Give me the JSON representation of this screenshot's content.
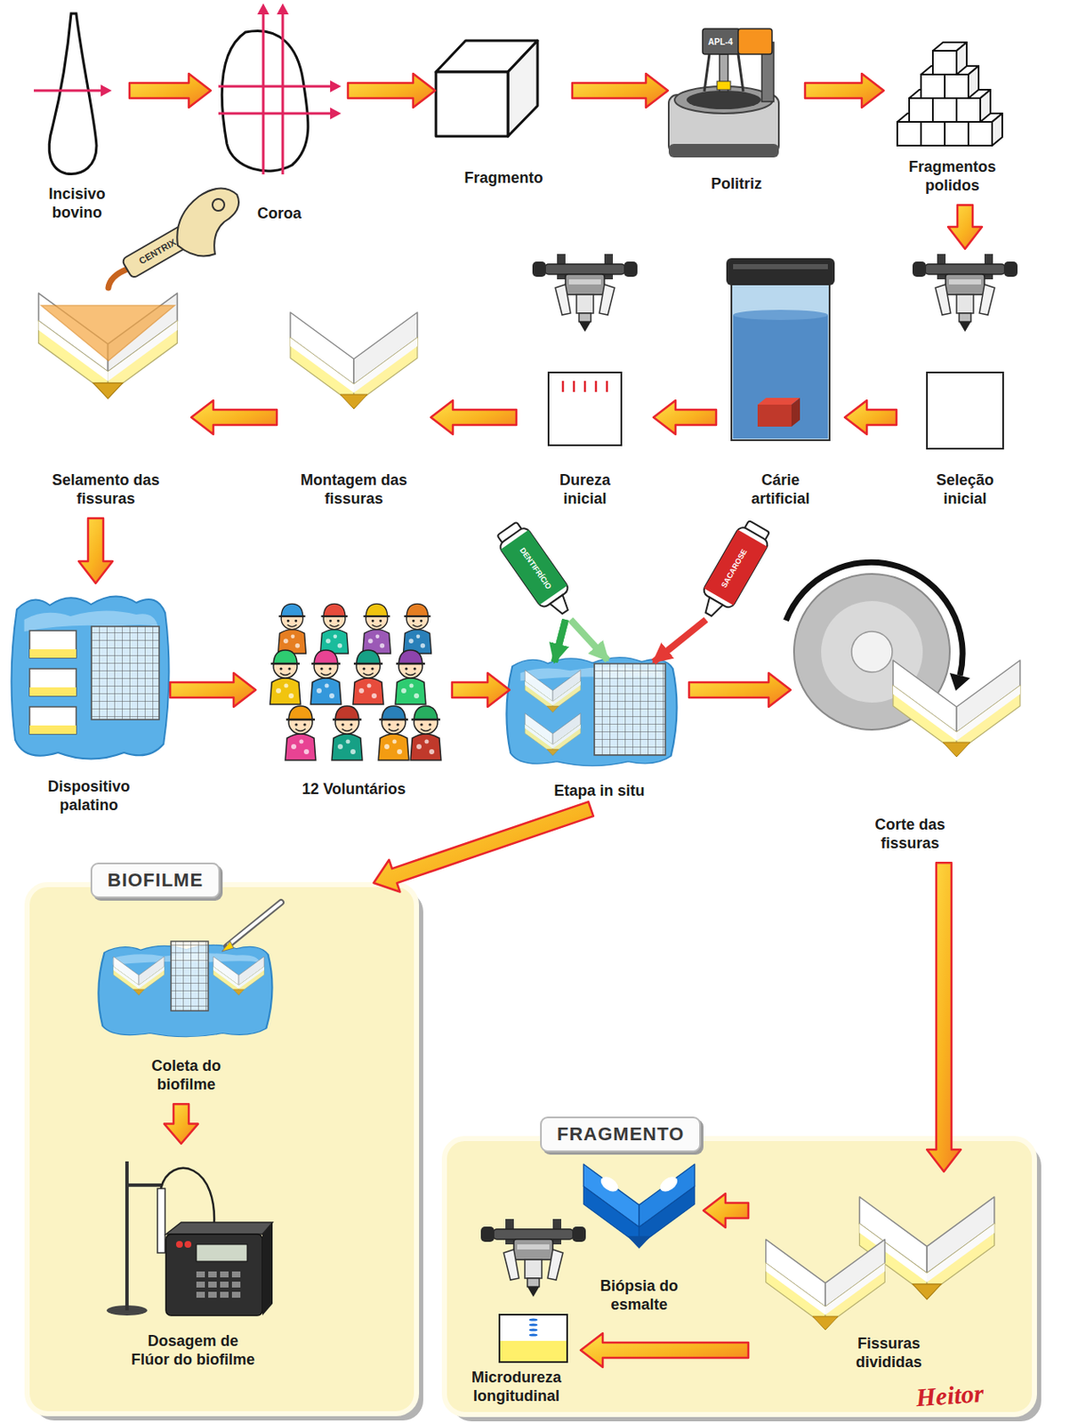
{
  "diagram": {
    "nodes": [
      {
        "text": [
          "Incisivo bovino"
        ]
      },
      {
        "text": [
          "Coroa"
        ]
      },
      {
        "text": [
          "Fragmento"
        ]
      },
      {
        "text": [
          "Politriz"
        ]
      },
      {
        "text": [
          "Fragmentos polidos"
        ]
      },
      {
        "text": [
          "Seleção inicial"
        ]
      },
      {
        "text": [
          "Cárie artificial"
        ]
      },
      {
        "text": [
          "Dureza inicial"
        ]
      },
      {
        "text": [
          "Montagem das fissuras"
        ]
      },
      {
        "text": [
          "Selamento das fissuras"
        ]
      },
      {
        "text": [
          "Dispositivo palatino"
        ]
      },
      {
        "text": [
          "12 Voluntários"
        ]
      },
      {
        "text": [
          "Etapa in situ"
        ]
      },
      {
        "text": [
          "Corte das fissuras"
        ]
      },
      {
        "text": [
          "BIOFILME"
        ]
      },
      {
        "text": [
          "Coleta do biofilme"
        ],
        "in": 14
      },
      {
        "text": [
          "Dosagem de Flúor do biofilme"
        ],
        "in": 14
      },
      {
        "text": [
          "FRAGMENTO"
        ]
      },
      {
        "text": [
          "Biópsia do esmalte"
        ],
        "in": 17
      },
      {
        "text": [
          "Fissuras divididas"
        ],
        "in": 17
      },
      {
        "text": [
          "Microdureza longitudinal"
        ],
        "in": 17
      }
    ],
    "edges": [
      {
        "from": 0,
        "to": 1,
        "arrow": "to"
      },
      {
        "from": 1,
        "to": 2,
        "arrow": "to"
      },
      {
        "from": 2,
        "to": 3,
        "arrow": "to"
      },
      {
        "from": 3,
        "to": 4,
        "arrow": "to"
      },
      {
        "from": 4,
        "to": 5,
        "arrow": "to"
      },
      {
        "from": 5,
        "to": 6,
        "arrow": "to"
      },
      {
        "from": 6,
        "to": 7,
        "arrow": "to"
      },
      {
        "from": 7,
        "to": 8,
        "arrow": "to"
      },
      {
        "from": 8,
        "to": 9,
        "arrow": "to"
      },
      {
        "from": 9,
        "to": 10,
        "arrow": "to"
      },
      {
        "from": 10,
        "to": 11,
        "arrow": "to"
      },
      {
        "from": 11,
        "to": 12,
        "arrow": "to"
      },
      {
        "from": 12,
        "to": 13,
        "arrow": "to"
      },
      {
        "from": 12,
        "to": 14,
        "arrow": "to"
      },
      {
        "from": 15,
        "to": 16,
        "arrow": "to"
      },
      {
        "from": 13,
        "to": 19,
        "arrow": "to"
      },
      {
        "from": 19,
        "to": 18,
        "arrow": "to"
      },
      {
        "from": 19,
        "to": 20,
        "arrow": "to"
      }
    ],
    "labels": [
      "APL-4",
      "CENTRIX",
      "DENTIFRÍCIO",
      "SACAROSE",
      "Heitor"
    ]
  }
}
